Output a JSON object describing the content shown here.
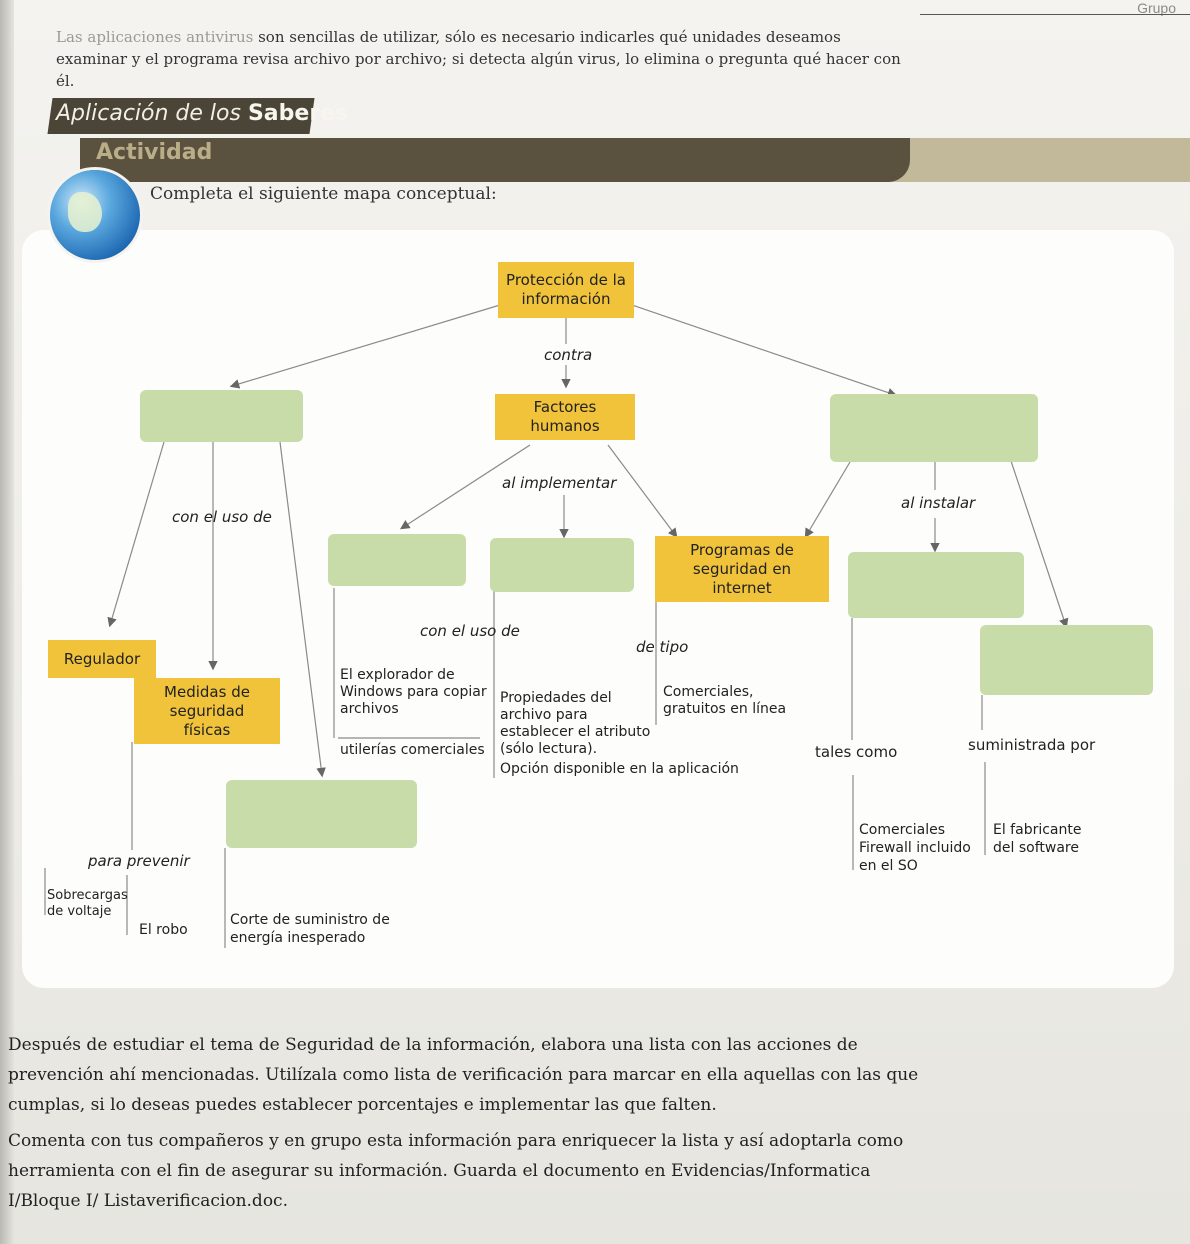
{
  "header": {
    "corner_word": "Grupo",
    "intro_faint": "Las aplicaciones antivirus",
    "intro_text": " son sencillas de utilizar, sólo es necesario indicarles qué unidades deseamos examinar y el programa revisa archivo por archivo; si detecta algún virus, lo elimina o pregunta qué hacer con él."
  },
  "section": {
    "banner_prefix": "Aplicación de los ",
    "banner_word": "Saberes",
    "activity": "Actividad",
    "instruction": "Completa el siguiente mapa conceptual:"
  },
  "concept_map": {
    "root": "Protección de la información",
    "contra": "contra",
    "factores": "Factores humanos",
    "al_implementar": "al implementar",
    "programas": "Programas de seguridad en internet",
    "al_instalar": "al instalar",
    "con_el_uso_de_1": "con el uso de",
    "con_el_uso_de_2": "con el uso de",
    "de_tipo": "de tipo",
    "regulador": "Regulador",
    "medidas": "Medidas de seguridad físicas",
    "explorador": "El explorador de Windows para copiar archivos",
    "propiedades": "Propiedades del archivo para establecer el atributo (sólo lectura).",
    "opcion": "Opción disponible en la aplicación",
    "utilerias": "utilerías comerciales",
    "comerciales_gratuitos": "Comerciales, gratuitos en línea",
    "tales_como": "tales como",
    "suministrada_por": "suministrada por",
    "comerciales_firewall": "Comerciales Firewall incluido en el SO",
    "fabricante": "El fabricante del software",
    "para_prevenir": "para prevenir",
    "sobrecargas": "Sobrecargas de voltaje",
    "robo": "El robo",
    "corte": "Corte de suministro de energía inesperado",
    "colors": {
      "yellow_box": "#f0c33a",
      "green_box": "#c8dcaa"
    }
  },
  "footer": {
    "paragraph1": "Después de estudiar el tema de Seguridad de la información, elabora una lista con las acciones de prevención ahí mencionadas. Utilízala como lista de verificación para marcar en ella aquellas con las que cumplas, si lo deseas puedes establecer porcentajes e implementar las que falten.",
    "paragraph2": "Comenta con tus compañeros y en grupo esta información para enriquecer la lista y así adoptarla como herramienta con el fin de asegurar su información. Guarda el documento en Evidencias/Informatica I/Bloque I/ Listaverificacion.doc."
  }
}
